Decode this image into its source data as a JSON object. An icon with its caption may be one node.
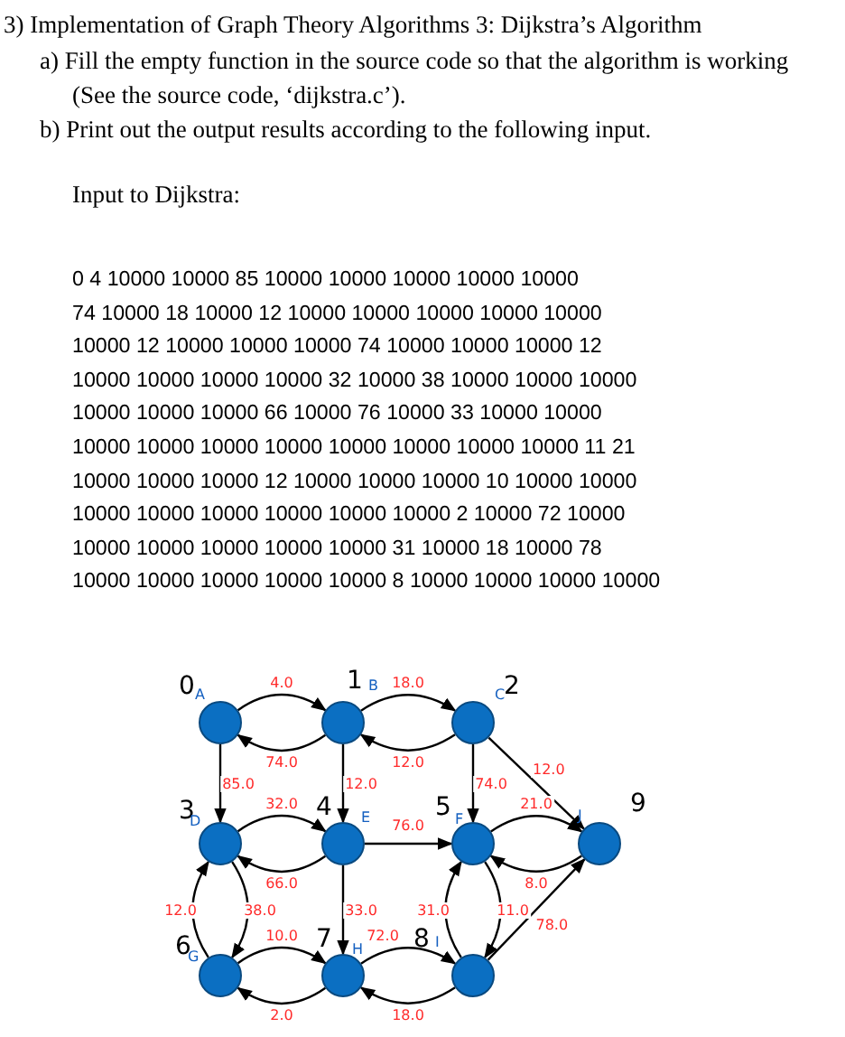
{
  "diagram": {
    "title": "3) Implementation of Graph Theory Algorithms 3: Dijkstra’s Algorithm",
    "nodes": [
      {
        "text": [
          "0",
          "A"
        ]
      },
      {
        "text": [
          "1",
          "B"
        ]
      },
      {
        "text": [
          "2",
          "C"
        ]
      },
      {
        "text": [
          "3",
          "D"
        ]
      },
      {
        "text": [
          "4",
          "E"
        ]
      },
      {
        "text": [
          "5",
          "F"
        ]
      },
      {
        "text": [
          "6",
          "G"
        ]
      },
      {
        "text": [
          "7",
          "H"
        ]
      },
      {
        "text": [
          "8",
          "I"
        ]
      },
      {
        "text": [
          "9",
          "J"
        ]
      }
    ],
    "edges": [
      {
        "from": 0,
        "to": 1,
        "arrow": "to",
        "label": "4.0"
      },
      {
        "from": 1,
        "to": 0,
        "arrow": "to",
        "label": "74.0"
      },
      {
        "from": 1,
        "to": 2,
        "arrow": "to",
        "label": "18.0"
      },
      {
        "from": 2,
        "to": 1,
        "arrow": "to",
        "label": "12.0"
      },
      {
        "from": 0,
        "to": 3,
        "arrow": "to",
        "label": "85.0"
      },
      {
        "from": 1,
        "to": 4,
        "arrow": "to",
        "label": "12.0"
      },
      {
        "from": 2,
        "to": 5,
        "arrow": "to",
        "label": "74.0"
      },
      {
        "from": 2,
        "to": 9,
        "arrow": "to",
        "label": "12.0"
      },
      {
        "from": 3,
        "to": 4,
        "arrow": "to",
        "label": "32.0"
      },
      {
        "from": 4,
        "to": 3,
        "arrow": "to",
        "label": "66.0"
      },
      {
        "from": 4,
        "to": 5,
        "arrow": "to",
        "label": "76.0"
      },
      {
        "from": 5,
        "to": 9,
        "arrow": "to",
        "label": "21.0"
      },
      {
        "from": 9,
        "to": 5,
        "arrow": "to",
        "label": "8.0"
      },
      {
        "from": 3,
        "to": 6,
        "arrow": "to",
        "label": "38.0"
      },
      {
        "from": 6,
        "to": 3,
        "arrow": "to",
        "label": "12.0"
      },
      {
        "from": 4,
        "to": 7,
        "arrow": "to",
        "label": "33.0"
      },
      {
        "from": 5,
        "to": 8,
        "arrow": "to",
        "label": "11.0"
      },
      {
        "from": 8,
        "to": 5,
        "arrow": "to",
        "label": "31.0"
      },
      {
        "from": 8,
        "to": 9,
        "arrow": "to",
        "label": "78.0"
      },
      {
        "from": 6,
        "to": 7,
        "arrow": "to",
        "label": "10.0"
      },
      {
        "from": 7,
        "to": 6,
        "arrow": "to",
        "label": "2.0"
      },
      {
        "from": 7,
        "to": 8,
        "arrow": "to",
        "label": "72.0"
      },
      {
        "from": 8,
        "to": 7,
        "arrow": "to",
        "label": "18.0"
      }
    ],
    "labels": [
      "a) Fill the empty function in the source code so that the algorithm is working (See the source code, ‘dijkstra.c’).",
      "b) Print out the output results according to the following input.",
      "Input to Dijkstra:",
      "0 4 10000 10000 85 10000 10000 10000 10000 10000",
      "74 10000 18 10000 12 10000 10000 10000 10000 10000",
      "10000 12 10000 10000 10000 74 10000 10000 10000 12",
      "10000 10000 10000 10000 32 10000 38 10000 10000 10000",
      "10000 10000 10000 66 10000 76 10000 33 10000 10000",
      "10000 10000 10000 10000 10000 10000 10000 10000 11 21",
      "10000 10000 10000 12 10000 10000 10000 10 10000 10000",
      "10000 10000 10000 10000 10000 10000 2 10000 72 10000",
      "10000 10000 10000 10000 10000 31 10000 18 10000 78",
      "10000 10000 10000 10000 10000 8 10000 10000 10000 10000"
    ]
  }
}
